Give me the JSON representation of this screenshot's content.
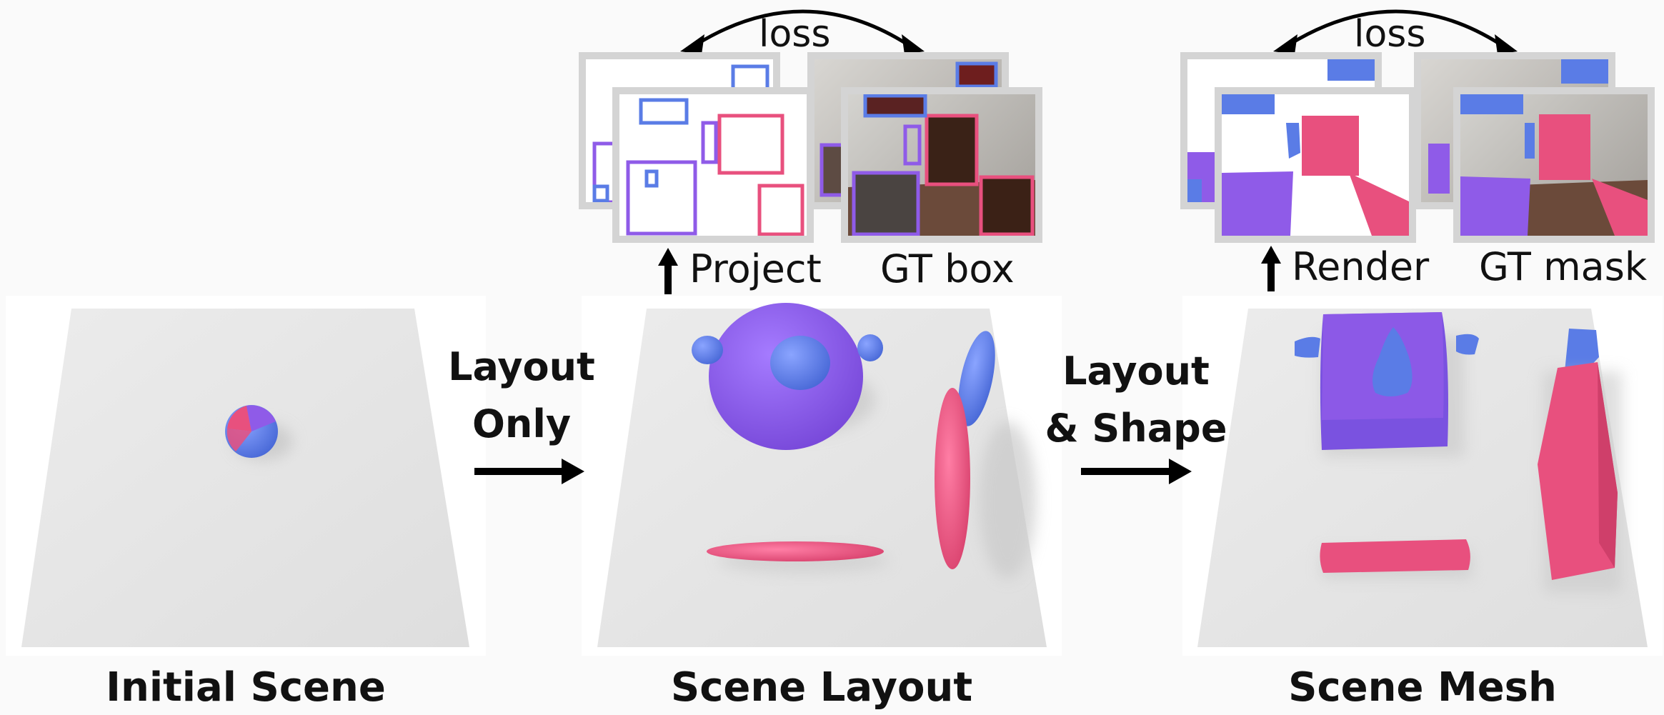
{
  "captions": {
    "initial": "Initial Scene",
    "layout": "Scene Layout",
    "mesh": "Scene Mesh"
  },
  "steps": {
    "step1_line1": "Layout",
    "step1_line2": "Only",
    "step2_line1": "Layout",
    "step2_line2": "& Shape"
  },
  "top_labels": {
    "project": "Project",
    "gt_box": "GT box",
    "render": "Render",
    "gt_mask": "GT mask",
    "loss_left": "loss",
    "loss_right": "loss"
  },
  "colors": {
    "blue": "#5a7ce6",
    "purple": "#8f5be8",
    "pink": "#e8507e",
    "floor": "#e9e9e9"
  }
}
